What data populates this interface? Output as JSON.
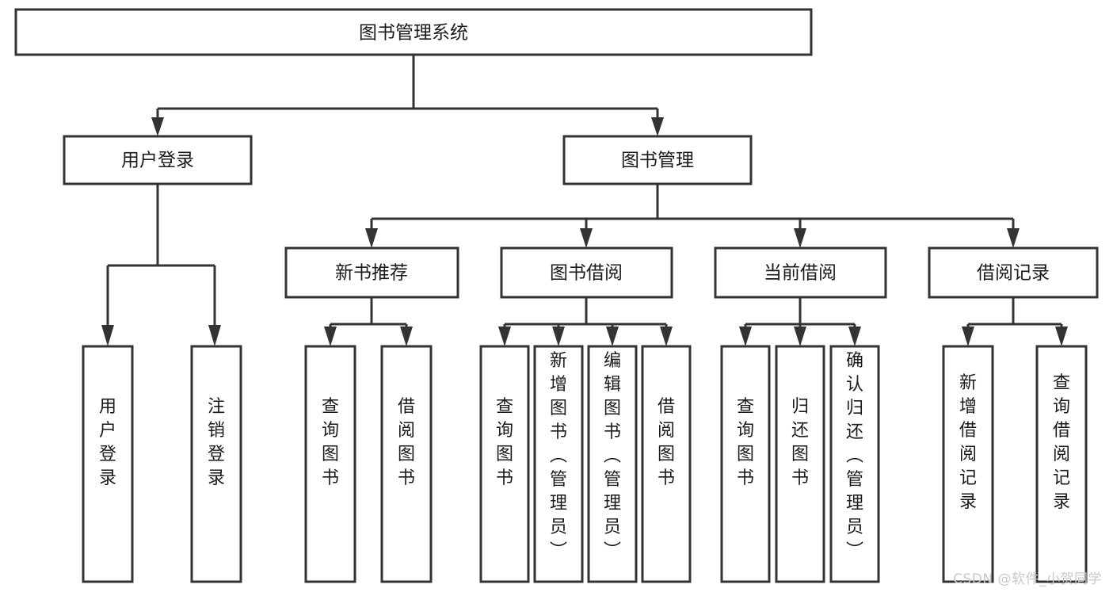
{
  "diagram": {
    "type": "tree-hierarchy",
    "title": "图书管理系统",
    "watermark": "CSDN @软件_小贺同学",
    "colors": {
      "stroke": "#333333",
      "fill": "#ffffff",
      "text": "#1a1a1a",
      "watermark": "#c9c9c9",
      "background": "#ffffff"
    },
    "levels": [
      {
        "level": 1,
        "nodes": [
          {
            "id": "root",
            "label": "图书管理系统"
          }
        ]
      },
      {
        "level": 2,
        "nodes": [
          {
            "id": "login",
            "label": "用户登录",
            "parent": "root"
          },
          {
            "id": "bookmgmt",
            "label": "图书管理",
            "parent": "root"
          }
        ]
      },
      {
        "level": 3,
        "nodes": [
          {
            "id": "newbook",
            "label": "新书推荐",
            "parent": "bookmgmt"
          },
          {
            "id": "borrow",
            "label": "图书借阅",
            "parent": "bookmgmt"
          },
          {
            "id": "current",
            "label": "当前借阅",
            "parent": "bookmgmt"
          },
          {
            "id": "records",
            "label": "借阅记录",
            "parent": "bookmgmt"
          }
        ]
      },
      {
        "level": 4,
        "nodes": [
          {
            "id": "leaf-1",
            "label": "用户登录",
            "parent": "login"
          },
          {
            "id": "leaf-2",
            "label": "注销登录",
            "parent": "login"
          },
          {
            "id": "leaf-3",
            "label": "查询图书",
            "parent": "newbook"
          },
          {
            "id": "leaf-4",
            "label": "借阅图书",
            "parent": "newbook"
          },
          {
            "id": "leaf-5",
            "label": "查询图书",
            "parent": "borrow"
          },
          {
            "id": "leaf-6",
            "label": "新增图书（管理员）",
            "parent": "borrow"
          },
          {
            "id": "leaf-7",
            "label": "编辑图书（管理员）",
            "parent": "borrow"
          },
          {
            "id": "leaf-8",
            "label": "借阅图书",
            "parent": "borrow"
          },
          {
            "id": "leaf-9",
            "label": "查询图书",
            "parent": "current"
          },
          {
            "id": "leaf-10",
            "label": "归还图书",
            "parent": "current"
          },
          {
            "id": "leaf-11",
            "label": "确认归还（管理员）",
            "parent": "current"
          },
          {
            "id": "leaf-12",
            "label": "新增借阅记录",
            "parent": "records"
          },
          {
            "id": "leaf-13",
            "label": "查询借阅记录",
            "parent": "records"
          }
        ]
      }
    ]
  }
}
